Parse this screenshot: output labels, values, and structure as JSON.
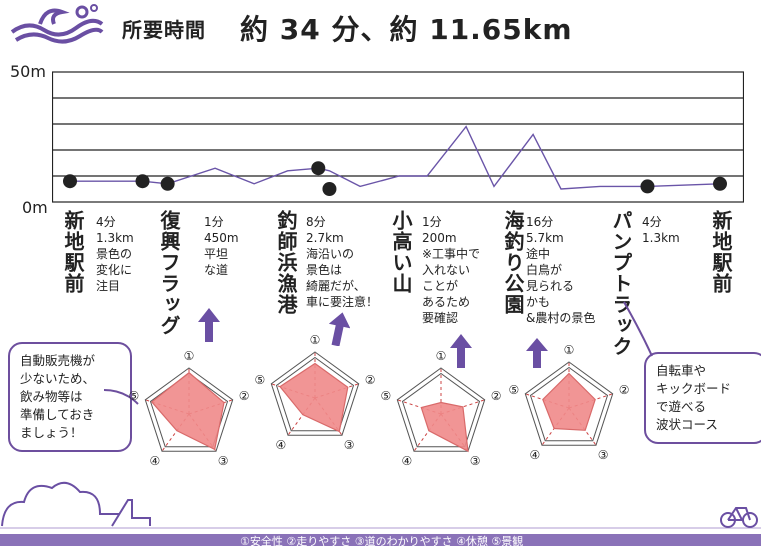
{
  "header": {
    "title_label": "所要時間",
    "title_value": "約 34 分、約 11.65km"
  },
  "chart_data": {
    "type": "line",
    "ylim": [
      0,
      50
    ],
    "y_tick_labels": [
      "50m",
      "0m"
    ],
    "stops_x_km": [
      0,
      1.3,
      1.75,
      4.45,
      4.65,
      10.35,
      11.65
    ],
    "stop_elevation_m": [
      8,
      8,
      7,
      13,
      5,
      6,
      7
    ],
    "profile": [
      [
        0,
        8
      ],
      [
        1.3,
        8
      ],
      [
        1.75,
        7
      ],
      [
        2.6,
        13
      ],
      [
        3.3,
        7
      ],
      [
        3.9,
        12
      ],
      [
        4.45,
        13
      ],
      [
        4.65,
        12
      ],
      [
        5.2,
        6
      ],
      [
        5.9,
        10
      ],
      [
        6.4,
        10
      ],
      [
        7.1,
        29
      ],
      [
        7.6,
        6
      ],
      [
        8.3,
        26
      ],
      [
        8.8,
        5
      ],
      [
        9.5,
        6
      ],
      [
        10.35,
        6
      ],
      [
        11.65,
        7
      ]
    ],
    "colors": {
      "line": "#6a55a8",
      "marker": "#222222",
      "grid": "#222222"
    }
  },
  "stations": [
    {
      "name": "新地駅前"
    },
    {
      "name": "復興フラッグ"
    },
    {
      "name": "釣師浜漁港"
    },
    {
      "name": "小高い山"
    },
    {
      "name": "海釣り公園"
    },
    {
      "name": "パンプトラック"
    },
    {
      "name": "新地駅前"
    }
  ],
  "segments": [
    {
      "text": "4分\n1.3km\n景色の\n変化に\n注目"
    },
    {
      "text": "1分\n450m\n平坦\nな道"
    },
    {
      "text": "8分\n2.7km\n海沿いの\n景色は\n綺麗だが、\n車に要注意！"
    },
    {
      "text": "1分\n200m\n※工事中で\n入れない\nことが\nあるため\n要確認"
    },
    {
      "text": "16分\n5.7km\n途中\n白鳥が\n見られる\nかも\n&農村の景色"
    },
    {
      "text": "4分\n1.3km"
    }
  ],
  "radar_axis_labels": [
    "①",
    "②",
    "③",
    "④",
    "⑤"
  ],
  "radars": [
    {
      "values": [
        0.9,
        0.8,
        0.95,
        0.45,
        0.85
      ]
    },
    {
      "values": [
        0.75,
        0.75,
        0.9,
        0.45,
        0.8
      ]
    },
    {
      "values": [
        0.25,
        0.5,
        1.0,
        0.45,
        0.45
      ]
    },
    {
      "values": [
        0.75,
        0.6,
        0.6,
        0.55,
        0.6
      ]
    }
  ],
  "notes": {
    "left": "自動販売機が\n少ないため、\n飲み物等は\n準備しておき\nましょう！",
    "right": "自転車や\nキックボード\nで遊べる\n波状コース"
  },
  "footer": {
    "legend_text": "①安全性 ②走りやすさ ③道のわかりやすさ ④休憩 ⑤景観"
  },
  "colors": {
    "accent": "#6a4fa3",
    "radar_fill": "#f08a8a",
    "radar_stroke": "#d96a6a"
  }
}
